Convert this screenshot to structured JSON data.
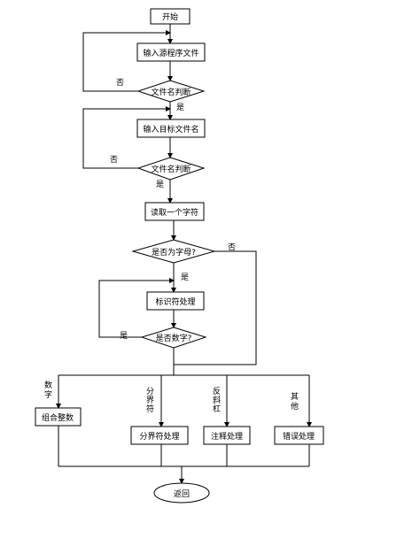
{
  "diagram": {
    "start": "开始",
    "input_source": "输入源程序文件",
    "filename_check_1": "文件名判断",
    "no_1": "否",
    "yes_1": "是",
    "input_target": "输入目标文件名",
    "filename_check_2": "文件名判断",
    "no_2": "否",
    "yes_2": "是",
    "read_char": "读取一个字符",
    "is_letter": "是否为字母?",
    "no_3": "否",
    "yes_3": "是",
    "identifier_proc": "标识符处理",
    "is_digit": "是否数字?",
    "yes_4": "是",
    "branch_digit": [
      "数",
      "字"
    ],
    "branch_delim": [
      "分",
      "界",
      "符"
    ],
    "branch_slash": [
      "反",
      "斜",
      "杠"
    ],
    "branch_other": [
      "其",
      "他"
    ],
    "combine_int": "组合整数",
    "delim_proc": "分界符处理",
    "comment_proc": "注释处理",
    "error_proc": "错误处理",
    "return": "返回"
  }
}
